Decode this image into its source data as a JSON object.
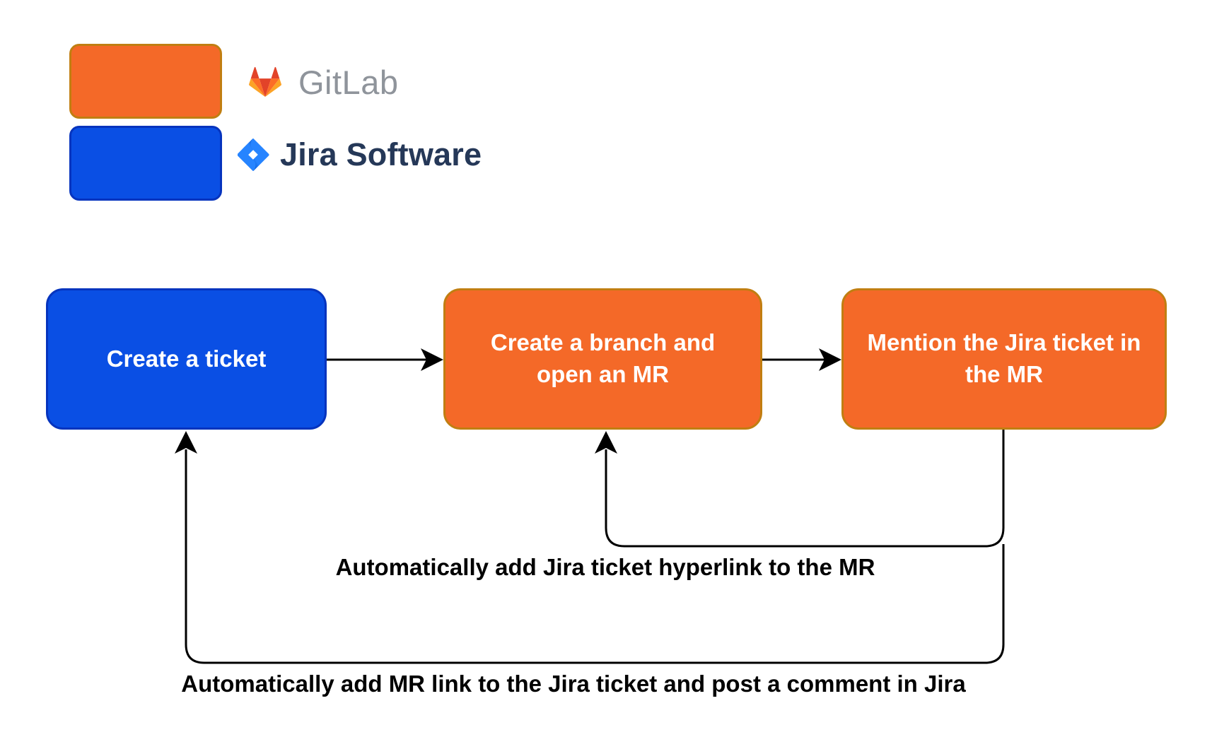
{
  "legend": {
    "gitlab": {
      "label": "GitLab"
    },
    "jira": {
      "label": "Jira Software"
    }
  },
  "nodes": {
    "create_ticket": {
      "label": "Create a ticket",
      "system": "jira"
    },
    "create_branch": {
      "label": "Create a branch and open an MR",
      "system": "gitlab"
    },
    "mention_ticket": {
      "label": "Mention the Jira ticket in the MR",
      "system": "gitlab"
    }
  },
  "edges": [
    {
      "from": "create_ticket",
      "to": "create_branch",
      "label": ""
    },
    {
      "from": "create_branch",
      "to": "mention_ticket",
      "label": ""
    },
    {
      "from": "mention_ticket",
      "to": "create_branch",
      "label": "Automatically add Jira ticket hyperlink to the MR"
    },
    {
      "from": "mention_ticket",
      "to": "create_ticket",
      "label": "Automatically add MR link to the Jira ticket and post a comment in Jira"
    }
  ],
  "annotations": {
    "mr_hyperlink": "Automatically add Jira ticket hyperlink to the MR",
    "jira_comment": "Automatically add MR link to the Jira ticket and post a comment in Jira"
  },
  "colors": {
    "gitlab_orange": "#F46928",
    "gitlab_orange_border": "#C17E11",
    "jira_blue": "#0A4FE4",
    "jira_blue_border": "#0634BE",
    "arrow": "#000000",
    "gitlab_wordmark_gray": "#8F949B",
    "jira_wordmark_navy": "#253858",
    "node_text": "#FFFFFF",
    "gitlab_logo_red": "#E24329",
    "gitlab_logo_orange": "#FC6D26",
    "gitlab_logo_yellow": "#FCA326",
    "jira_logo_blue": "#2684FF",
    "jira_logo_dark_blue": "#0052CC"
  }
}
